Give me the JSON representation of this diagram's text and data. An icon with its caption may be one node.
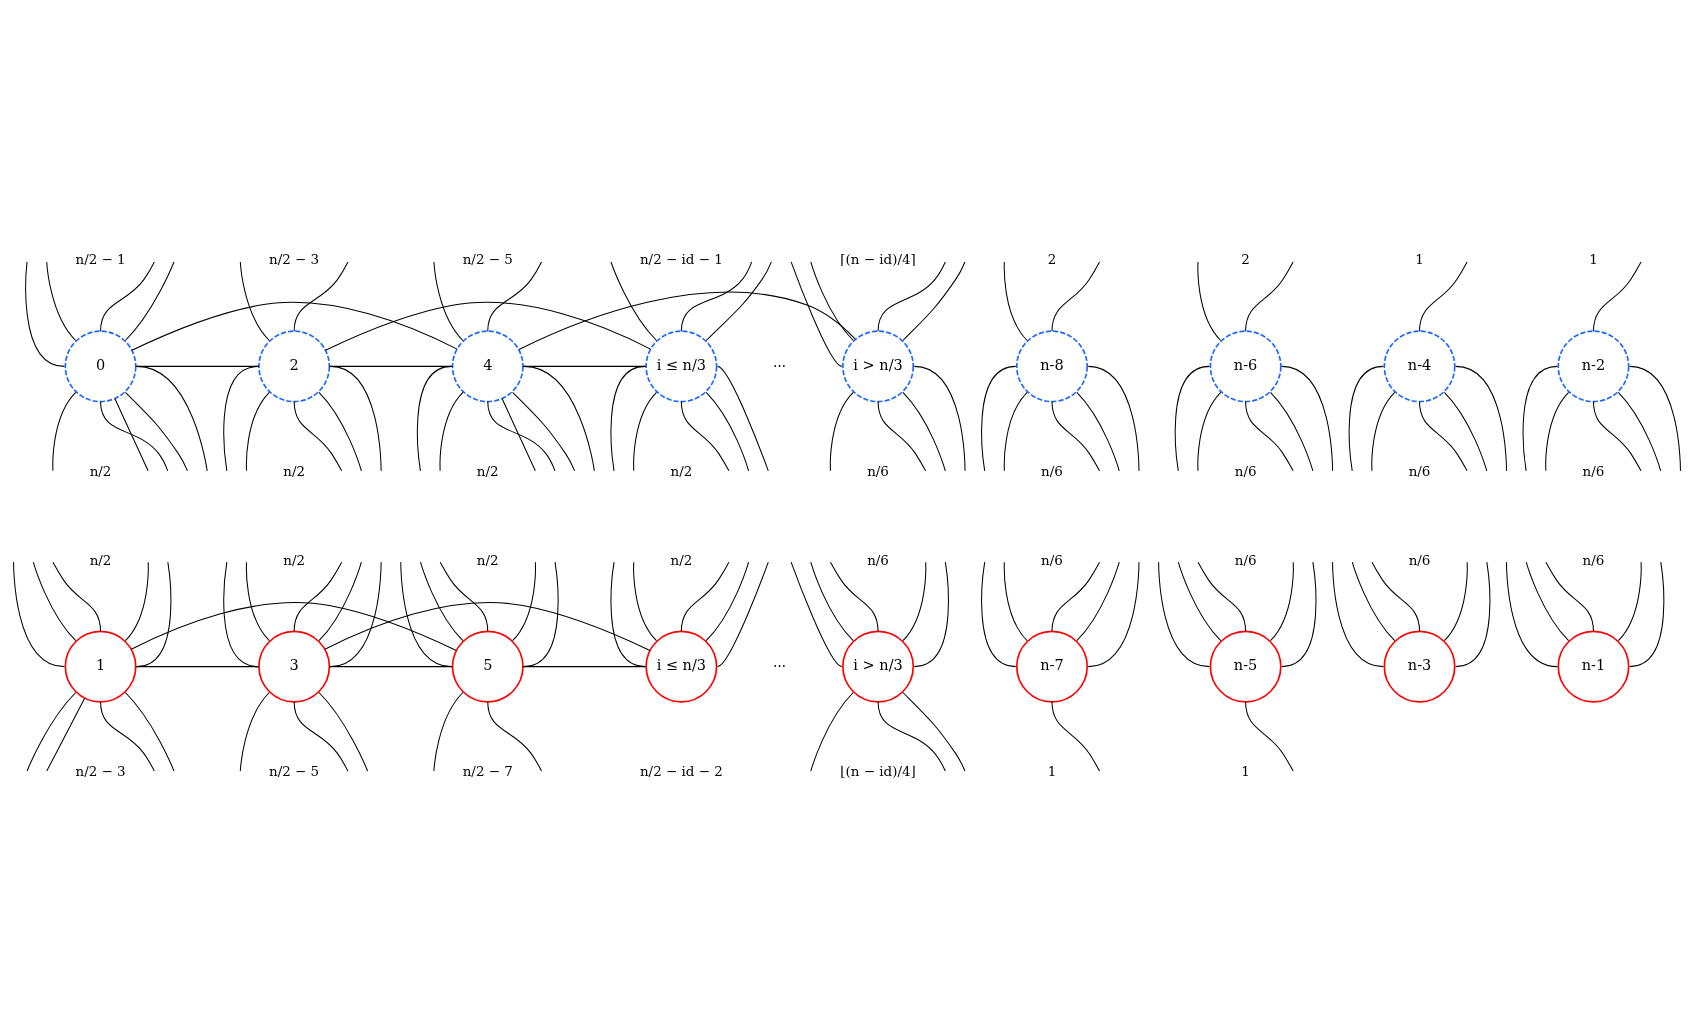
{
  "diagram": {
    "nodes": [
      {
        "text": [
          "0"
        ]
      },
      {
        "text": [
          "2"
        ]
      },
      {
        "text": [
          "4"
        ]
      },
      {
        "text": [
          "i ≤ n/3"
        ]
      },
      {
        "text": [
          "i > n/3"
        ]
      },
      {
        "text": [
          "n-8"
        ]
      },
      {
        "text": [
          "n-6"
        ]
      },
      {
        "text": [
          "n-4"
        ]
      },
      {
        "text": [
          "n-2"
        ]
      },
      {
        "text": [
          "1"
        ]
      },
      {
        "text": [
          "3"
        ]
      },
      {
        "text": [
          "5"
        ]
      },
      {
        "text": [
          "i ≤ n/3"
        ]
      },
      {
        "text": [
          "i > n/3"
        ]
      },
      {
        "text": [
          "n-7"
        ]
      },
      {
        "text": [
          "n-5"
        ]
      },
      {
        "text": [
          "n-3"
        ]
      },
      {
        "text": [
          "n-1"
        ]
      }
    ],
    "edges": [
      {
        "from": null,
        "to": 0,
        "arrow": "none"
      },
      {
        "from": null,
        "to": 0,
        "arrow": "none"
      },
      {
        "from": null,
        "to": 0,
        "arrow": "none"
      },
      {
        "from": null,
        "to": 0,
        "arrow": "none"
      },
      {
        "from": null,
        "to": 1,
        "arrow": "none"
      },
      {
        "from": null,
        "to": 1,
        "arrow": "none"
      },
      {
        "from": null,
        "to": 2,
        "arrow": "none"
      },
      {
        "from": null,
        "to": 2,
        "arrow": "none"
      },
      {
        "from": null,
        "to": 3,
        "arrow": "none"
      },
      {
        "from": null,
        "to": 3,
        "arrow": "none"
      },
      {
        "from": null,
        "to": 3,
        "arrow": "none"
      },
      {
        "from": null,
        "to": 4,
        "arrow": "none"
      },
      {
        "from": null,
        "to": 4,
        "arrow": "none"
      },
      {
        "from": null,
        "to": 4,
        "arrow": "none"
      },
      {
        "from": null,
        "to": 4,
        "arrow": "none"
      },
      {
        "from": null,
        "to": 5,
        "arrow": "none"
      },
      {
        "from": null,
        "to": 5,
        "arrow": "none"
      },
      {
        "from": null,
        "to": 6,
        "arrow": "none"
      },
      {
        "from": null,
        "to": 6,
        "arrow": "none"
      },
      {
        "from": null,
        "to": 7,
        "arrow": "none"
      },
      {
        "from": null,
        "to": 8,
        "arrow": "none"
      },
      {
        "from": 0,
        "to": 1,
        "arrow": "none"
      },
      {
        "from": 1,
        "to": 2,
        "arrow": "none"
      },
      {
        "from": 2,
        "to": 3,
        "arrow": "none"
      },
      {
        "from": 0,
        "to": 2,
        "arrow": "none"
      },
      {
        "from": 1,
        "to": 3,
        "arrow": "none"
      },
      {
        "from": 2,
        "to": 4,
        "arrow": "none"
      },
      {
        "from": 0,
        "to": null,
        "arrow": "none"
      },
      {
        "from": 0,
        "to": null,
        "arrow": "none"
      },
      {
        "from": 0,
        "to": null,
        "arrow": "none"
      },
      {
        "from": 0,
        "to": null,
        "arrow": "none"
      },
      {
        "from": 0,
        "to": null,
        "arrow": "none"
      },
      {
        "from": 1,
        "to": null,
        "arrow": "none"
      },
      {
        "from": 1,
        "to": null,
        "arrow": "none"
      },
      {
        "from": 1,
        "to": null,
        "arrow": "none"
      },
      {
        "from": 1,
        "to": null,
        "arrow": "none"
      },
      {
        "from": 1,
        "to": null,
        "arrow": "none"
      },
      {
        "from": 2,
        "to": null,
        "arrow": "none"
      },
      {
        "from": 2,
        "to": null,
        "arrow": "none"
      },
      {
        "from": 2,
        "to": null,
        "arrow": "none"
      },
      {
        "from": 2,
        "to": null,
        "arrow": "none"
      },
      {
        "from": 2,
        "to": null,
        "arrow": "none"
      },
      {
        "from": 2,
        "to": null,
        "arrow": "none"
      },
      {
        "from": 3,
        "to": null,
        "arrow": "none"
      },
      {
        "from": 3,
        "to": null,
        "arrow": "none"
      },
      {
        "from": 3,
        "to": null,
        "arrow": "none"
      },
      {
        "from": 3,
        "to": null,
        "arrow": "none"
      },
      {
        "from": 3,
        "to": null,
        "arrow": "none"
      },
      {
        "from": 4,
        "to": null,
        "arrow": "none"
      },
      {
        "from": 4,
        "to": null,
        "arrow": "none"
      },
      {
        "from": 4,
        "to": null,
        "arrow": "none"
      },
      {
        "from": 4,
        "to": null,
        "arrow": "none"
      },
      {
        "from": 5,
        "to": null,
        "arrow": "none"
      },
      {
        "from": 5,
        "to": null,
        "arrow": "none"
      },
      {
        "from": 5,
        "to": null,
        "arrow": "none"
      },
      {
        "from": 5,
        "to": null,
        "arrow": "none"
      },
      {
        "from": 5,
        "to": null,
        "arrow": "none"
      },
      {
        "from": 6,
        "to": null,
        "arrow": "none"
      },
      {
        "from": 6,
        "to": null,
        "arrow": "none"
      },
      {
        "from": 6,
        "to": null,
        "arrow": "none"
      },
      {
        "from": 6,
        "to": null,
        "arrow": "none"
      },
      {
        "from": 6,
        "to": null,
        "arrow": "none"
      },
      {
        "from": 7,
        "to": null,
        "arrow": "none"
      },
      {
        "from": 7,
        "to": null,
        "arrow": "none"
      },
      {
        "from": 7,
        "to": null,
        "arrow": "none"
      },
      {
        "from": 7,
        "to": null,
        "arrow": "none"
      },
      {
        "from": 7,
        "to": null,
        "arrow": "none"
      },
      {
        "from": 8,
        "to": null,
        "arrow": "none"
      },
      {
        "from": 8,
        "to": null,
        "arrow": "none"
      },
      {
        "from": 8,
        "to": null,
        "arrow": "none"
      },
      {
        "from": 8,
        "to": null,
        "arrow": "none"
      },
      {
        "from": 8,
        "to": null,
        "arrow": "none"
      },
      {
        "from": null,
        "to": 9,
        "arrow": "none"
      },
      {
        "from": null,
        "to": 9,
        "arrow": "none"
      },
      {
        "from": null,
        "to": 9,
        "arrow": "none"
      },
      {
        "from": null,
        "to": 9,
        "arrow": "none"
      },
      {
        "from": null,
        "to": 9,
        "arrow": "none"
      },
      {
        "from": null,
        "to": 10,
        "arrow": "none"
      },
      {
        "from": null,
        "to": 10,
        "arrow": "none"
      },
      {
        "from": null,
        "to": 10,
        "arrow": "none"
      },
      {
        "from": null,
        "to": 10,
        "arrow": "none"
      },
      {
        "from": null,
        "to": 10,
        "arrow": "none"
      },
      {
        "from": null,
        "to": 11,
        "arrow": "none"
      },
      {
        "from": null,
        "to": 11,
        "arrow": "none"
      },
      {
        "from": null,
        "to": 11,
        "arrow": "none"
      },
      {
        "from": null,
        "to": 11,
        "arrow": "none"
      },
      {
        "from": null,
        "to": 11,
        "arrow": "none"
      },
      {
        "from": null,
        "to": 12,
        "arrow": "none"
      },
      {
        "from": null,
        "to": 12,
        "arrow": "none"
      },
      {
        "from": null,
        "to": 12,
        "arrow": "none"
      },
      {
        "from": null,
        "to": 12,
        "arrow": "none"
      },
      {
        "from": null,
        "to": 12,
        "arrow": "none"
      },
      {
        "from": null,
        "to": 13,
        "arrow": "none"
      },
      {
        "from": null,
        "to": 13,
        "arrow": "none"
      },
      {
        "from": null,
        "to": 13,
        "arrow": "none"
      },
      {
        "from": null,
        "to": 13,
        "arrow": "none"
      },
      {
        "from": null,
        "to": 13,
        "arrow": "none"
      },
      {
        "from": null,
        "to": 14,
        "arrow": "none"
      },
      {
        "from": null,
        "to": 14,
        "arrow": "none"
      },
      {
        "from": null,
        "to": 14,
        "arrow": "none"
      },
      {
        "from": null,
        "to": 14,
        "arrow": "none"
      },
      {
        "from": null,
        "to": 14,
        "arrow": "none"
      },
      {
        "from": null,
        "to": 15,
        "arrow": "none"
      },
      {
        "from": null,
        "to": 15,
        "arrow": "none"
      },
      {
        "from": null,
        "to": 15,
        "arrow": "none"
      },
      {
        "from": null,
        "to": 15,
        "arrow": "none"
      },
      {
        "from": null,
        "to": 15,
        "arrow": "none"
      },
      {
        "from": null,
        "to": 16,
        "arrow": "none"
      },
      {
        "from": null,
        "to": 16,
        "arrow": "none"
      },
      {
        "from": null,
        "to": 16,
        "arrow": "none"
      },
      {
        "from": null,
        "to": 16,
        "arrow": "none"
      },
      {
        "from": null,
        "to": 16,
        "arrow": "none"
      },
      {
        "from": null,
        "to": 17,
        "arrow": "none"
      },
      {
        "from": null,
        "to": 17,
        "arrow": "none"
      },
      {
        "from": null,
        "to": 17,
        "arrow": "none"
      },
      {
        "from": null,
        "to": 17,
        "arrow": "none"
      },
      {
        "from": null,
        "to": 17,
        "arrow": "none"
      },
      {
        "from": 9,
        "to": 10,
        "arrow": "none"
      },
      {
        "from": 10,
        "to": 11,
        "arrow": "none"
      },
      {
        "from": 11,
        "to": 12,
        "arrow": "none"
      },
      {
        "from": 9,
        "to": 11,
        "arrow": "none"
      },
      {
        "from": 10,
        "to": 12,
        "arrow": "none"
      },
      {
        "from": 9,
        "to": null,
        "arrow": "none"
      },
      {
        "from": 9,
        "to": null,
        "arrow": "none"
      },
      {
        "from": 9,
        "to": null,
        "arrow": "none"
      },
      {
        "from": 9,
        "to": null,
        "arrow": "none"
      },
      {
        "from": 10,
        "to": null,
        "arrow": "none"
      },
      {
        "from": 10,
        "to": null,
        "arrow": "none"
      },
      {
        "from": 10,
        "to": null,
        "arrow": "none"
      },
      {
        "from": 11,
        "to": null,
        "arrow": "none"
      },
      {
        "from": 11,
        "to": null,
        "arrow": "none"
      },
      {
        "from": 13,
        "to": null,
        "arrow": "none"
      },
      {
        "from": 13,
        "to": null,
        "arrow": "none"
      },
      {
        "from": 13,
        "to": null,
        "arrow": "none"
      },
      {
        "from": 14,
        "to": null,
        "arrow": "none"
      },
      {
        "from": 15,
        "to": null,
        "arrow": "none"
      }
    ],
    "labels": [
      "n/2 − 1",
      "n/2 − 3",
      "n/2 − 5",
      "n/2 − id − 1",
      "⌈(n − id)/4⌉",
      "2",
      "2",
      "1",
      "1",
      "⋯",
      "n/2",
      "n/2",
      "n/2",
      "n/2",
      "n/6",
      "n/6",
      "n/6",
      "n/6",
      "n/6",
      "n/2",
      "n/2",
      "n/2",
      "n/2",
      "n/6",
      "n/6",
      "n/6",
      "n/6",
      "n/6",
      "⋯",
      "n/2 − 3",
      "n/2 − 5",
      "n/2 − 7",
      "n/2 − id − 2",
      "⌊(n − id)/4⌋",
      "1",
      "1"
    ]
  }
}
